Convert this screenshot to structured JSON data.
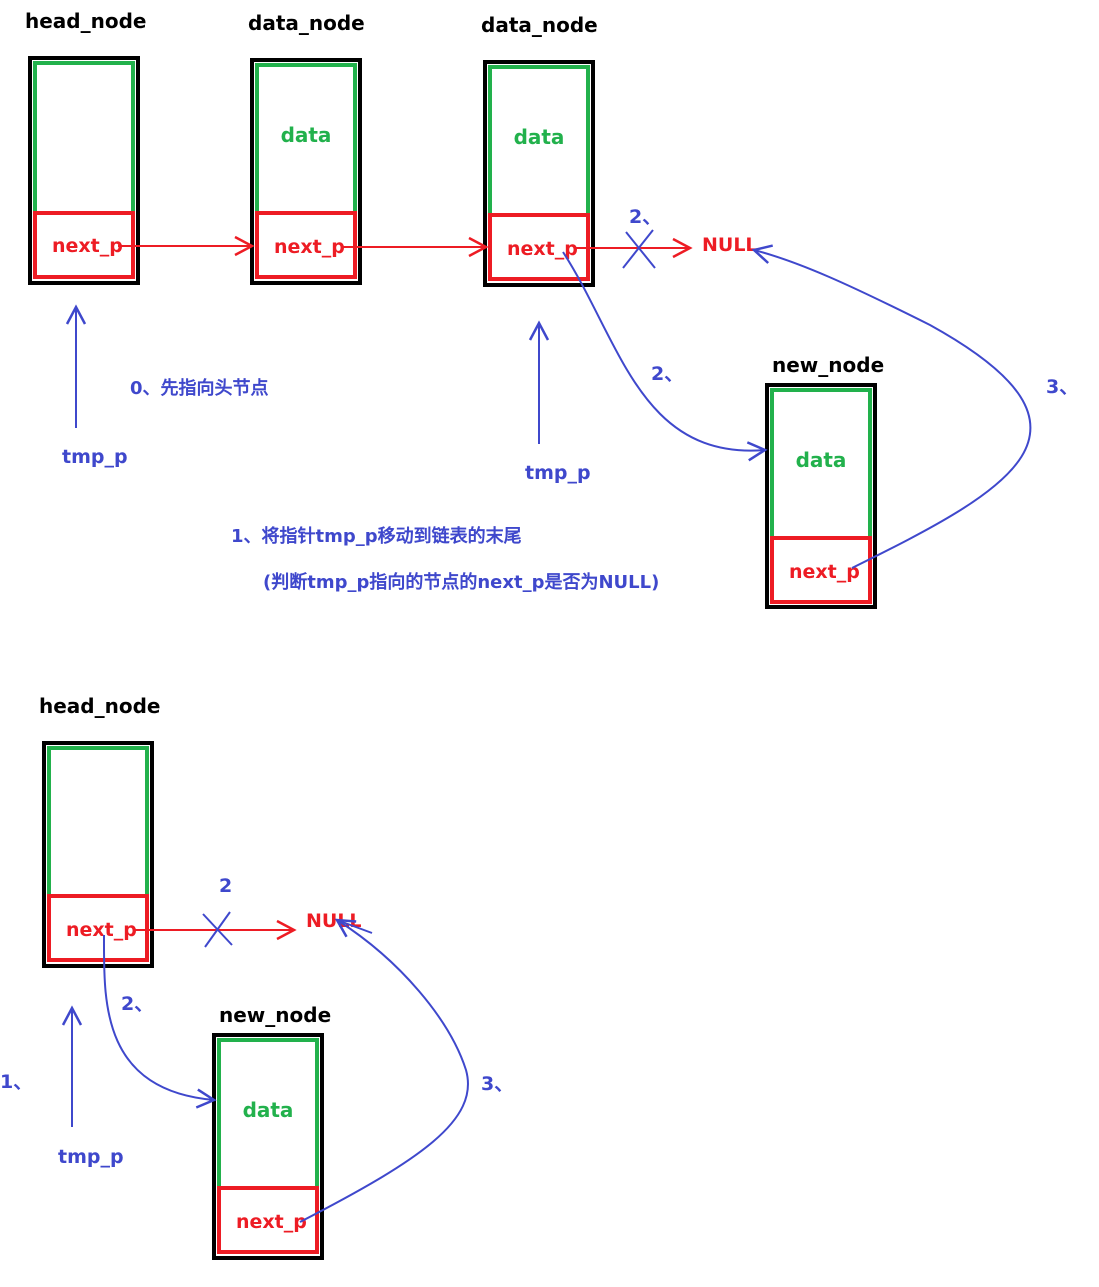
{
  "colors": {
    "outline": "#000000",
    "data_border": "#22b14c",
    "pointer_border": "#ed1c24",
    "arrow_red": "#ed1c24",
    "arrow_blue": "#3f48cc"
  },
  "top": {
    "head_node": {
      "title": "head_node",
      "next": "next_p"
    },
    "data_node_1": {
      "title": "data_node",
      "data": "data",
      "next": "next_p"
    },
    "data_node_2": {
      "title": "data_node",
      "data": "data",
      "next": "next_p"
    },
    "new_node": {
      "title": "new_node",
      "data": "data",
      "next": "next_p"
    },
    "null_label": "NULL",
    "step2_cut_label": "2、",
    "step2_curve_label": "2、",
    "step3_label": "3、",
    "tmp_p_first": "tmp_p",
    "tmp_p_second": "tmp_p",
    "note0": "0、先指向头节点",
    "note1_line1": "1、将指针tmp_p移动到链表的末尾",
    "note1_line2": "(判断tmp_p指向的节点的next_p是否为NULL)"
  },
  "bottom": {
    "head_node": {
      "title": "head_node",
      "next": "next_p"
    },
    "new_node": {
      "title": "new_node",
      "data": "data",
      "next": "next_p"
    },
    "null_label": "NULL",
    "step2_cut_label": "2",
    "step2_curve_label": "2、",
    "step3_label": "3、",
    "step1_label": "1、",
    "tmp_p": "tmp_p"
  }
}
